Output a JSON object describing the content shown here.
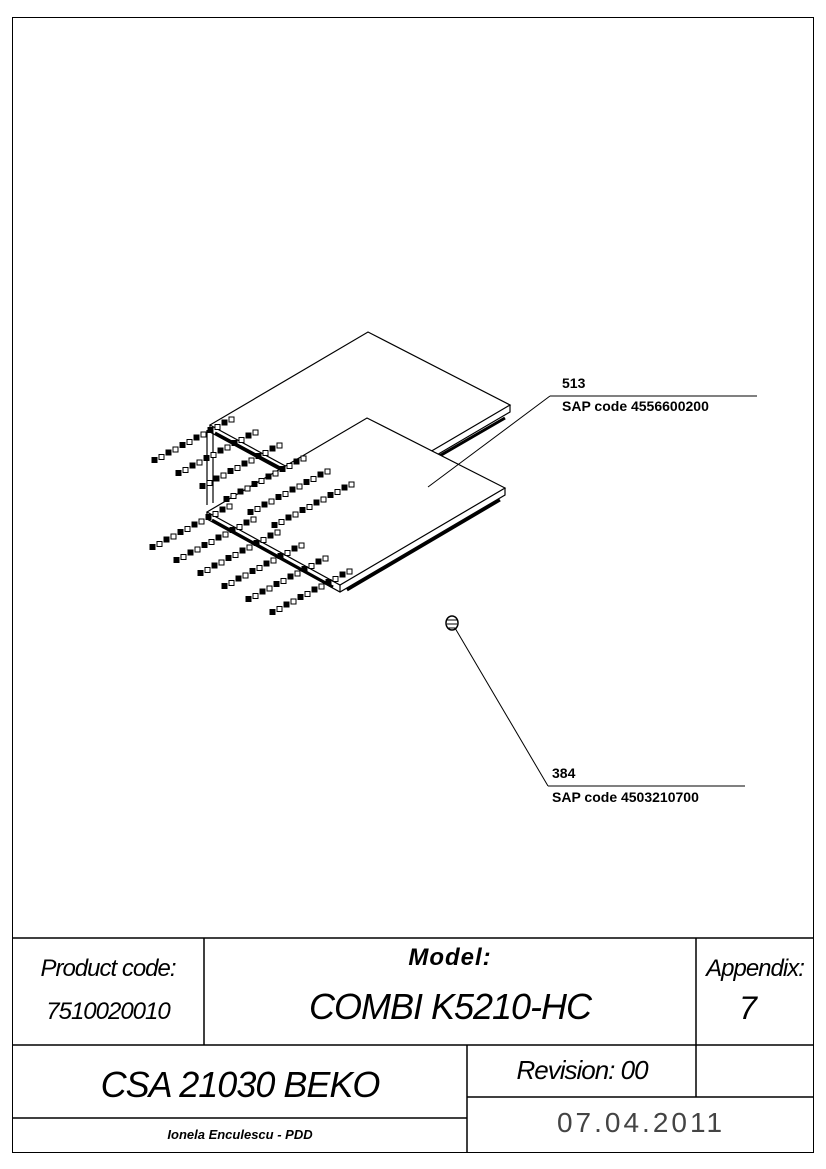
{
  "callouts": [
    {
      "item": "513",
      "sap": "SAP code 4556600200"
    },
    {
      "item": "384",
      "sap": "SAP code 4503210700"
    }
  ],
  "title_block": {
    "product_code_label": "Product code:",
    "product_code": "7510020010",
    "model_label": "Model:",
    "model": "COMBI K5210-HC",
    "appendix_label": "Appendix:",
    "appendix": "7",
    "title": "CSA 21030 BEKO",
    "revision": "Revision: 00",
    "author": "Ionela Enculescu - PDD",
    "date": "07.04.2011"
  }
}
